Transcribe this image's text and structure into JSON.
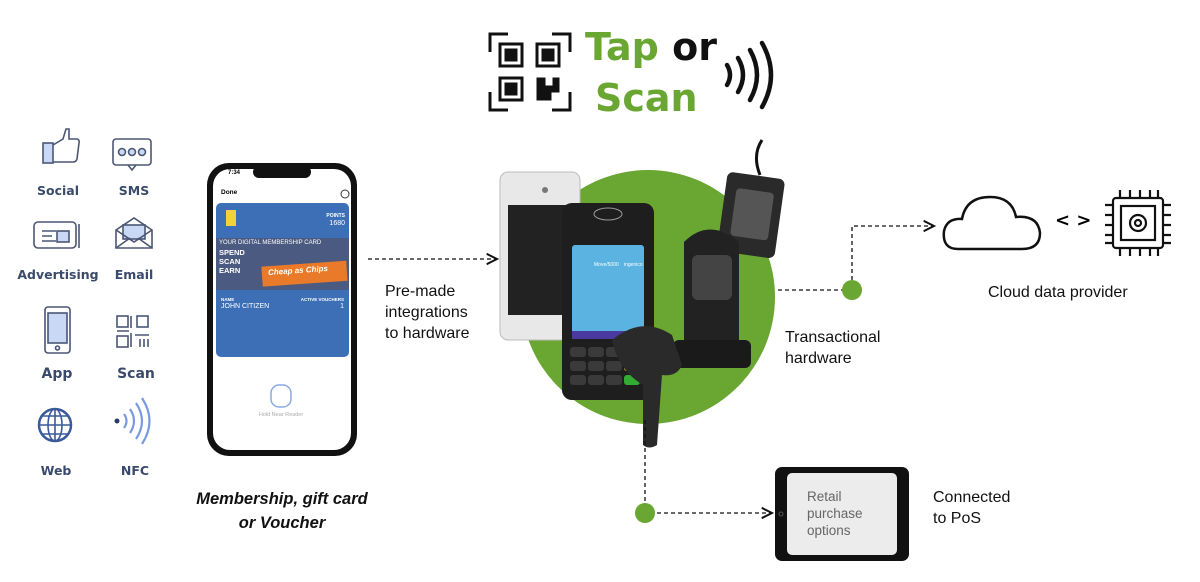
{
  "header": {
    "tap": "Tap",
    "or": "or",
    "scan": "Scan"
  },
  "channels": [
    {
      "label": "Social",
      "icon": "thumbs-up-icon"
    },
    {
      "label": "SMS",
      "icon": "chat-bubble-icon"
    },
    {
      "label": "Advertising",
      "icon": "newspaper-icon"
    },
    {
      "label": "Email",
      "icon": "envelope-icon"
    },
    {
      "label": "App",
      "icon": "smartphone-icon"
    },
    {
      "label": "Scan",
      "icon": "qr-code-icon"
    },
    {
      "label": "Web",
      "icon": "globe-icon"
    },
    {
      "label": "NFC",
      "icon": "nfc-icon"
    }
  ],
  "phone": {
    "time": "7:34",
    "done": "Done",
    "points_label": "POINTS",
    "points": "1680",
    "card_tagline": "YOUR DIGITAL MEMBERSHIP CARD",
    "spend": "SPEND",
    "scan": "SCAN",
    "earn": "EARN",
    "brand": "Cheap as Chips",
    "name_label": "NAME",
    "name": "JOHN CITIZEN",
    "vouchers_label": "ACTIVE VOUCHERS",
    "vouchers": "1",
    "hold": "Hold Near Reader"
  },
  "caption": {
    "line1": "Membership, gift card",
    "line2": "or Voucher"
  },
  "flow": {
    "integrations": [
      "Pre-made",
      "integrations",
      "to hardware"
    ],
    "transactional": [
      "Transactional",
      "hardware"
    ],
    "cloud": "Cloud data provider",
    "code": "< >",
    "connected": [
      "Connected",
      "to PoS"
    ],
    "tablet": [
      "Retail",
      "purchase",
      "options"
    ]
  },
  "terminal": {
    "model": "Move/5000",
    "brand": "ingenico"
  },
  "colors": {
    "green": "#6aa632",
    "navy": "#3a4a6b",
    "card_blue": "#3c6fb6",
    "icon_fill": "#c9d8f5"
  }
}
